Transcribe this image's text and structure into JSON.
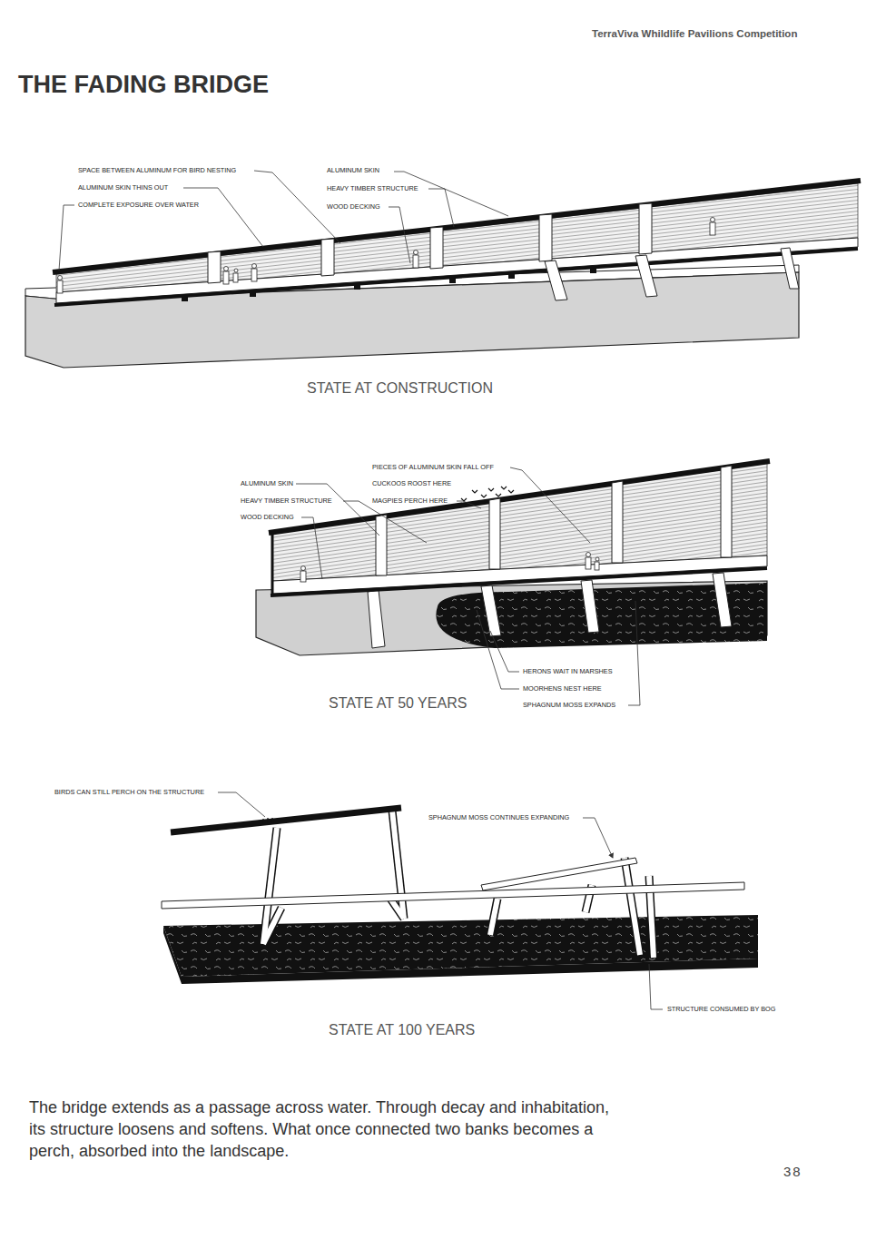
{
  "diagram": {
    "title": "THE FADING BRIDGE",
    "caption": "The bridge extends as a passage across water. Through decay and inhabitation, its structure loosens and softens. What once connected two banks becomes a perch, absorbed into the landscape.",
    "labels": [
      "TerraViva Whildlife Pavilions Competition",
      "SPACE BETWEEN ALUMINUM FOR BIRD NESTING",
      "ALUMINUM SKIN  THINS OUT",
      "COMPLETE EXPOSURE OVER WATER",
      "ALUMINUM SKIN",
      "HEAVY TIMBER STRUCTURE",
      "WOOD DECKING",
      "STATE AT CONSTRUCTION",
      "PIECES OF ALUMINUM SKIN FALL OFF",
      "ALUMINUM  SKIN",
      "CUCKOOS ROOST HERE",
      "HEAVY TIMBER STRUCTURE",
      "MAGPIES PERCH HERE",
      "WOOD DECKING",
      "HERONS WAIT IN MARSHES",
      "MOORHENS NEST HERE",
      "STATE AT 50 YEARS",
      "SPHAGNUM MOSS EXPANDS",
      "BIRDS CAN STILL PERCH ON THE STRUCTURE",
      "SPHAGNUM MOSS CONTINUES EXPANDING",
      "STATE AT 100 YEARS",
      "STRUCTURE CONSUMED BY BOG",
      "38"
    ]
  }
}
